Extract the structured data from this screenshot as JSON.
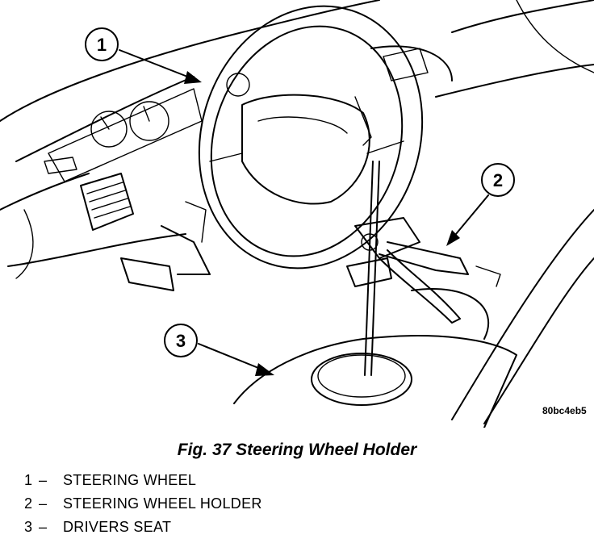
{
  "figure": {
    "callouts": [
      "1",
      "2",
      "3"
    ],
    "image_code": "80bc4eb5"
  },
  "caption": "Fig. 37 Steering Wheel Holder",
  "legend": [
    {
      "number": "1",
      "dash": "–",
      "label": "STEERING WHEEL"
    },
    {
      "number": "2",
      "dash": "–",
      "label": "STEERING WHEEL HOLDER"
    },
    {
      "number": "3",
      "dash": "–",
      "label": "DRIVERS SEAT"
    }
  ]
}
